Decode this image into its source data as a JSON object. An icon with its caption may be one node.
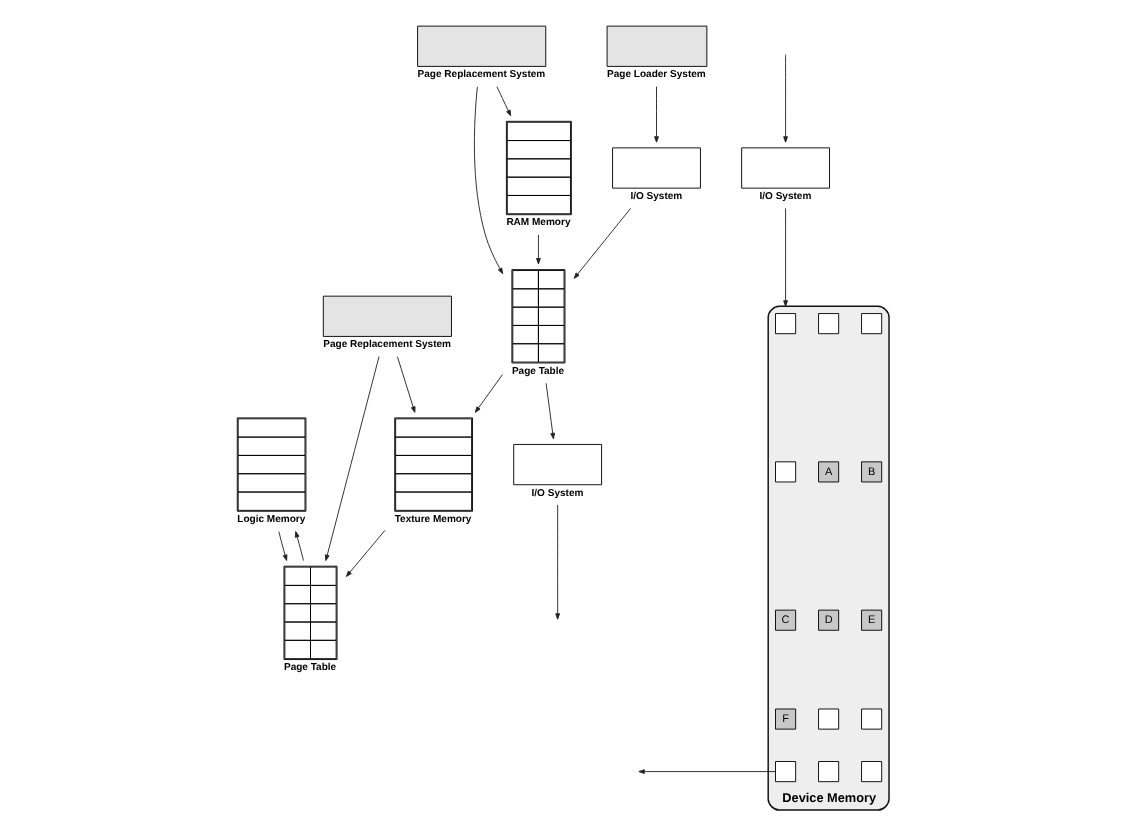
{
  "diagram": {
    "nodes": [
      {
        "text": [
          "I/O System"
        ]
      },
      {
        "text": [
          "Page Loader System"
        ]
      },
      {
        "text": [
          "I/O System"
        ]
      },
      {
        "text": [
          "I/O System"
        ]
      },
      {
        "text": [
          "Logic Memory"
        ]
      },
      {
        "text": [
          "Page Table"
        ]
      },
      {
        "text": [
          "Texture Memory"
        ]
      },
      {
        "text": [
          "Page Table"
        ]
      },
      {
        "text": [
          "RAM Memory"
        ]
      },
      {
        "text": [
          "Device Memory"
        ]
      },
      {
        "text": [
          "Page Replacement System"
        ]
      },
      {
        "text": [
          "Page Replacement System"
        ]
      },
      {
        "text": [],
        "shape": "box",
        "in": 9
      },
      {
        "text": [],
        "shape": "box",
        "in": 9
      },
      {
        "text": [],
        "shape": "box",
        "in": 9
      },
      {
        "text": [],
        "shape": "box",
        "in": 9
      },
      {
        "text": [
          "A"
        ],
        "in": 9
      },
      {
        "text": [
          "B"
        ],
        "in": 9
      },
      {
        "text": [
          "C"
        ],
        "in": 9
      },
      {
        "text": [
          "D"
        ],
        "in": 9
      },
      {
        "text": [
          "E"
        ],
        "in": 9
      },
      {
        "text": [
          "F"
        ],
        "in": 9
      },
      {
        "text": [],
        "shape": "box",
        "in": 9
      },
      {
        "text": [],
        "shape": "box",
        "in": 9
      },
      {
        "text": [],
        "shape": "box",
        "in": 9
      },
      {
        "text": [],
        "shape": "box",
        "in": 9
      },
      {
        "text": [],
        "shape": "box",
        "in": 9
      }
    ],
    "edges": [
      {
        "from": 1,
        "to": 0,
        "arrow": "to"
      },
      {
        "from": 0,
        "to": 7,
        "arrow": "to"
      },
      {
        "from": 7,
        "to": 2,
        "arrow": "to"
      },
      {
        "from": 2,
        "to": null,
        "arrow": "to"
      },
      {
        "from": null,
        "to": 3,
        "arrow": "to"
      },
      {
        "from": 3,
        "to": 9,
        "arrow": "to"
      },
      {
        "from": 24,
        "to": null,
        "arrow": "to"
      },
      {
        "from": 5,
        "to": 4,
        "arrow": "to"
      },
      {
        "from": 4,
        "to": 5,
        "arrow": "to"
      },
      {
        "from": 6,
        "to": 5,
        "arrow": "to"
      },
      {
        "from": 7,
        "to": 6,
        "arrow": "to"
      },
      {
        "from": 8,
        "to": 7,
        "arrow": "to"
      },
      {
        "from": 10,
        "to": 5,
        "arrow": "to"
      },
      {
        "from": 10,
        "to": 6,
        "arrow": "to"
      },
      {
        "from": 11,
        "to": 7,
        "arrow": "to"
      },
      {
        "from": 11,
        "to": 8,
        "arrow": "to"
      }
    ]
  }
}
